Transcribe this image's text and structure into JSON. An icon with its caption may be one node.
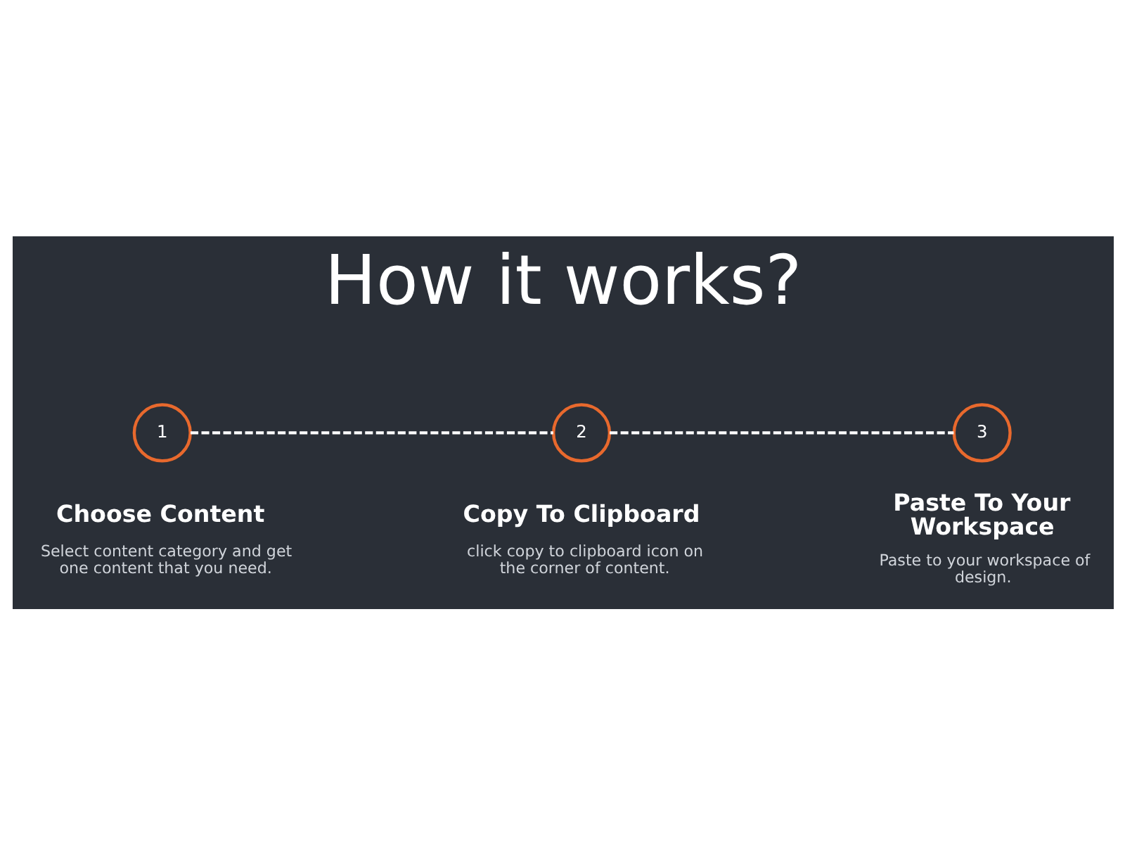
{
  "diagram": {
    "title": "How it works?",
    "nodes": [
      {
        "text": [
          "1"
        ],
        "beside": [
          "Choose Content",
          "Select content category and get one content that you need."
        ]
      },
      {
        "text": [
          "2"
        ],
        "beside": [
          "Copy To Clipboard",
          "click copy to clipboard icon on the corner of content."
        ]
      },
      {
        "text": [
          "3"
        ],
        "beside": [
          "Paste To Your Workspace",
          "Paste to your workspace of design."
        ]
      }
    ],
    "edges": [
      {
        "from": 0,
        "to": 1,
        "arrow": "none",
        "style": "dashed"
      },
      {
        "from": 1,
        "to": 2,
        "arrow": "none",
        "style": "dashed"
      }
    ]
  }
}
